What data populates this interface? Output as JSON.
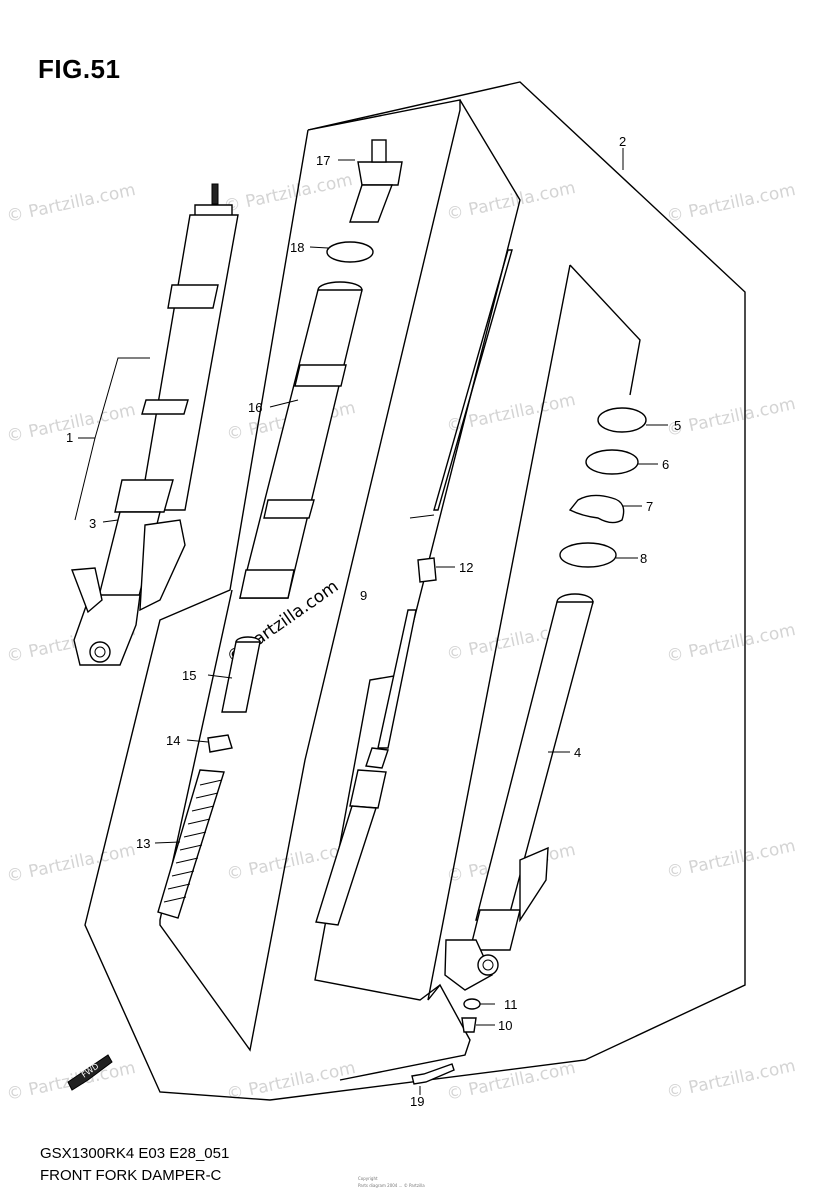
{
  "figure": {
    "title": "FIG.51",
    "code": "GSX1300RK4 E03 E28_051",
    "name": "FRONT FORK DAMPER-C",
    "fwd_label": "FWD",
    "copyright_line1": "Copyright",
    "copyright_line2": "Parts diagram 2004 ... © Partzilla"
  },
  "watermark": {
    "text": "© Partzilla.com",
    "color": "#d4d4d4"
  },
  "callouts": [
    {
      "id": "1",
      "label": "1"
    },
    {
      "id": "2",
      "label": "2"
    },
    {
      "id": "3",
      "label": "3"
    },
    {
      "id": "4",
      "label": "4"
    },
    {
      "id": "5",
      "label": "5"
    },
    {
      "id": "6",
      "label": "6"
    },
    {
      "id": "7",
      "label": "7"
    },
    {
      "id": "8",
      "label": "8"
    },
    {
      "id": "9",
      "label": "9"
    },
    {
      "id": "10",
      "label": "10"
    },
    {
      "id": "11",
      "label": "11"
    },
    {
      "id": "12",
      "label": "12"
    },
    {
      "id": "13",
      "label": "13"
    },
    {
      "id": "14",
      "label": "14"
    },
    {
      "id": "15",
      "label": "15"
    },
    {
      "id": "16",
      "label": "16"
    },
    {
      "id": "17",
      "label": "17"
    },
    {
      "id": "18",
      "label": "18"
    },
    {
      "id": "19",
      "label": "19"
    }
  ]
}
